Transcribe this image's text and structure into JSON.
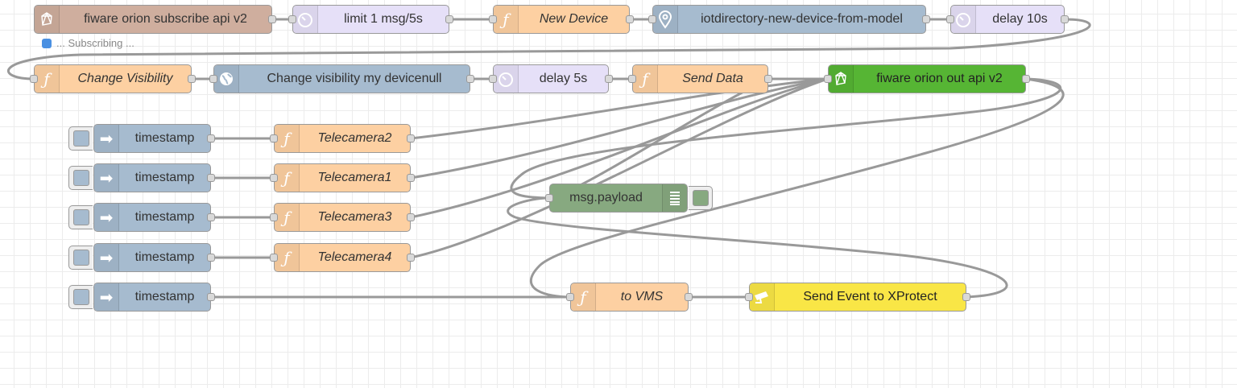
{
  "nodes": {
    "fiware_subscribe": {
      "label": "fiware orion subscribe api v2",
      "icon": "fiware-icon",
      "color": "#cfae9e"
    },
    "fiware_subscribe_status": "... Subscribing ...",
    "limit": {
      "label": "limit 1 msg/5s",
      "icon": "timer-icon",
      "color": "#e6e0f8"
    },
    "new_device": {
      "label": "New Device",
      "icon": "function-icon",
      "color": "#fdd0a2"
    },
    "iotdirectory": {
      "label": "iotdirectory-new-device-from-model",
      "icon": "map-marker-icon",
      "color": "#a6bbcf"
    },
    "delay10": {
      "label": "delay 10s",
      "icon": "timer-icon",
      "color": "#e6e0f8"
    },
    "change_visibility": {
      "label": "Change Visibility",
      "icon": "function-icon",
      "color": "#fdd0a2"
    },
    "change_visibility_my": {
      "label": "Change visibility my devicenull",
      "icon": "globe-icon",
      "color": "#a6bbcf"
    },
    "delay5": {
      "label": "delay 5s",
      "icon": "timer-icon",
      "color": "#e6e0f8"
    },
    "send_data": {
      "label": "Send Data",
      "icon": "function-icon",
      "color": "#fdd0a2"
    },
    "fiware_out": {
      "label": "fiware orion out api v2",
      "icon": "fiware-icon",
      "color": "#56b534"
    },
    "ts1": {
      "label": "timestamp",
      "icon": "arrow-icon",
      "color": "#a6bbcf"
    },
    "ts2": {
      "label": "timestamp",
      "icon": "arrow-icon",
      "color": "#a6bbcf"
    },
    "ts3": {
      "label": "timestamp",
      "icon": "arrow-icon",
      "color": "#a6bbcf"
    },
    "ts4": {
      "label": "timestamp",
      "icon": "arrow-icon",
      "color": "#a6bbcf"
    },
    "ts5": {
      "label": "timestamp",
      "icon": "arrow-icon",
      "color": "#a6bbcf"
    },
    "tele2": {
      "label": "Telecamera2",
      "icon": "function-icon",
      "color": "#fdd0a2"
    },
    "tele1": {
      "label": "Telecamera1",
      "icon": "function-icon",
      "color": "#fdd0a2"
    },
    "tele3": {
      "label": "Telecamera3",
      "icon": "function-icon",
      "color": "#fdd0a2"
    },
    "tele4": {
      "label": "Telecamera4",
      "icon": "function-icon",
      "color": "#fdd0a2"
    },
    "msg_payload": {
      "label": "msg.payload",
      "icon": "list-icon",
      "color": "#87a980"
    },
    "to_vms": {
      "label": "to VMS",
      "icon": "function-icon",
      "color": "#fdd0a2"
    },
    "xprotect": {
      "label": "Send Event to XProtect",
      "icon": "camera-icon",
      "color": "#f9e646"
    }
  }
}
